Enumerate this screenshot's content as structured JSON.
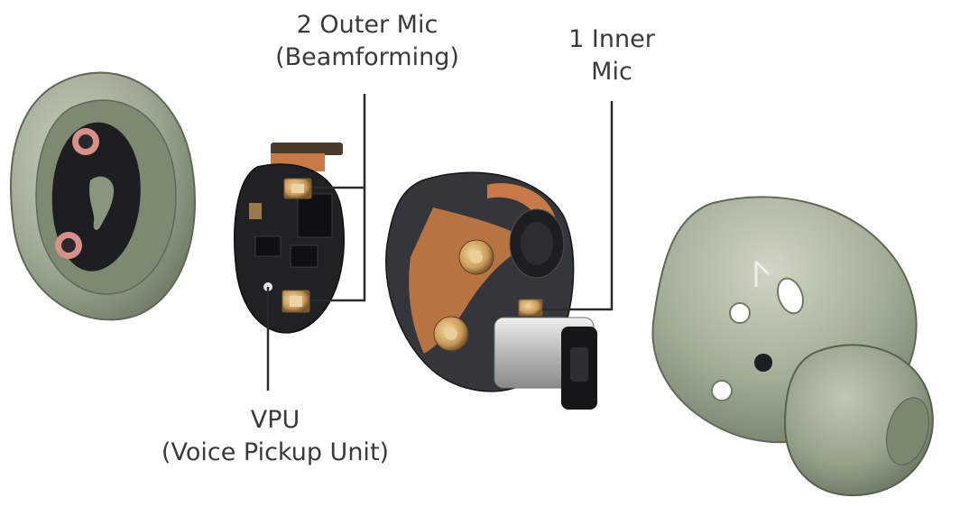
{
  "callouts": {
    "outer_mic": {
      "line1": "2 Outer Mic",
      "line2": "(Beamforming)"
    },
    "inner_mic": {
      "line1": "1 Inner",
      "line2": "Mic"
    },
    "vpu": {
      "line1": "VPU",
      "line2": "(Voice Pickup Unit)"
    }
  },
  "colors": {
    "shell_olive": "#9da891",
    "shell_dark": "#6f7a65",
    "pcb_black": "#1f2124",
    "gold": "#c99a5a",
    "copper": "#c77a45",
    "leader_line": "#2b2b2b",
    "text": "#3a3a3a"
  }
}
